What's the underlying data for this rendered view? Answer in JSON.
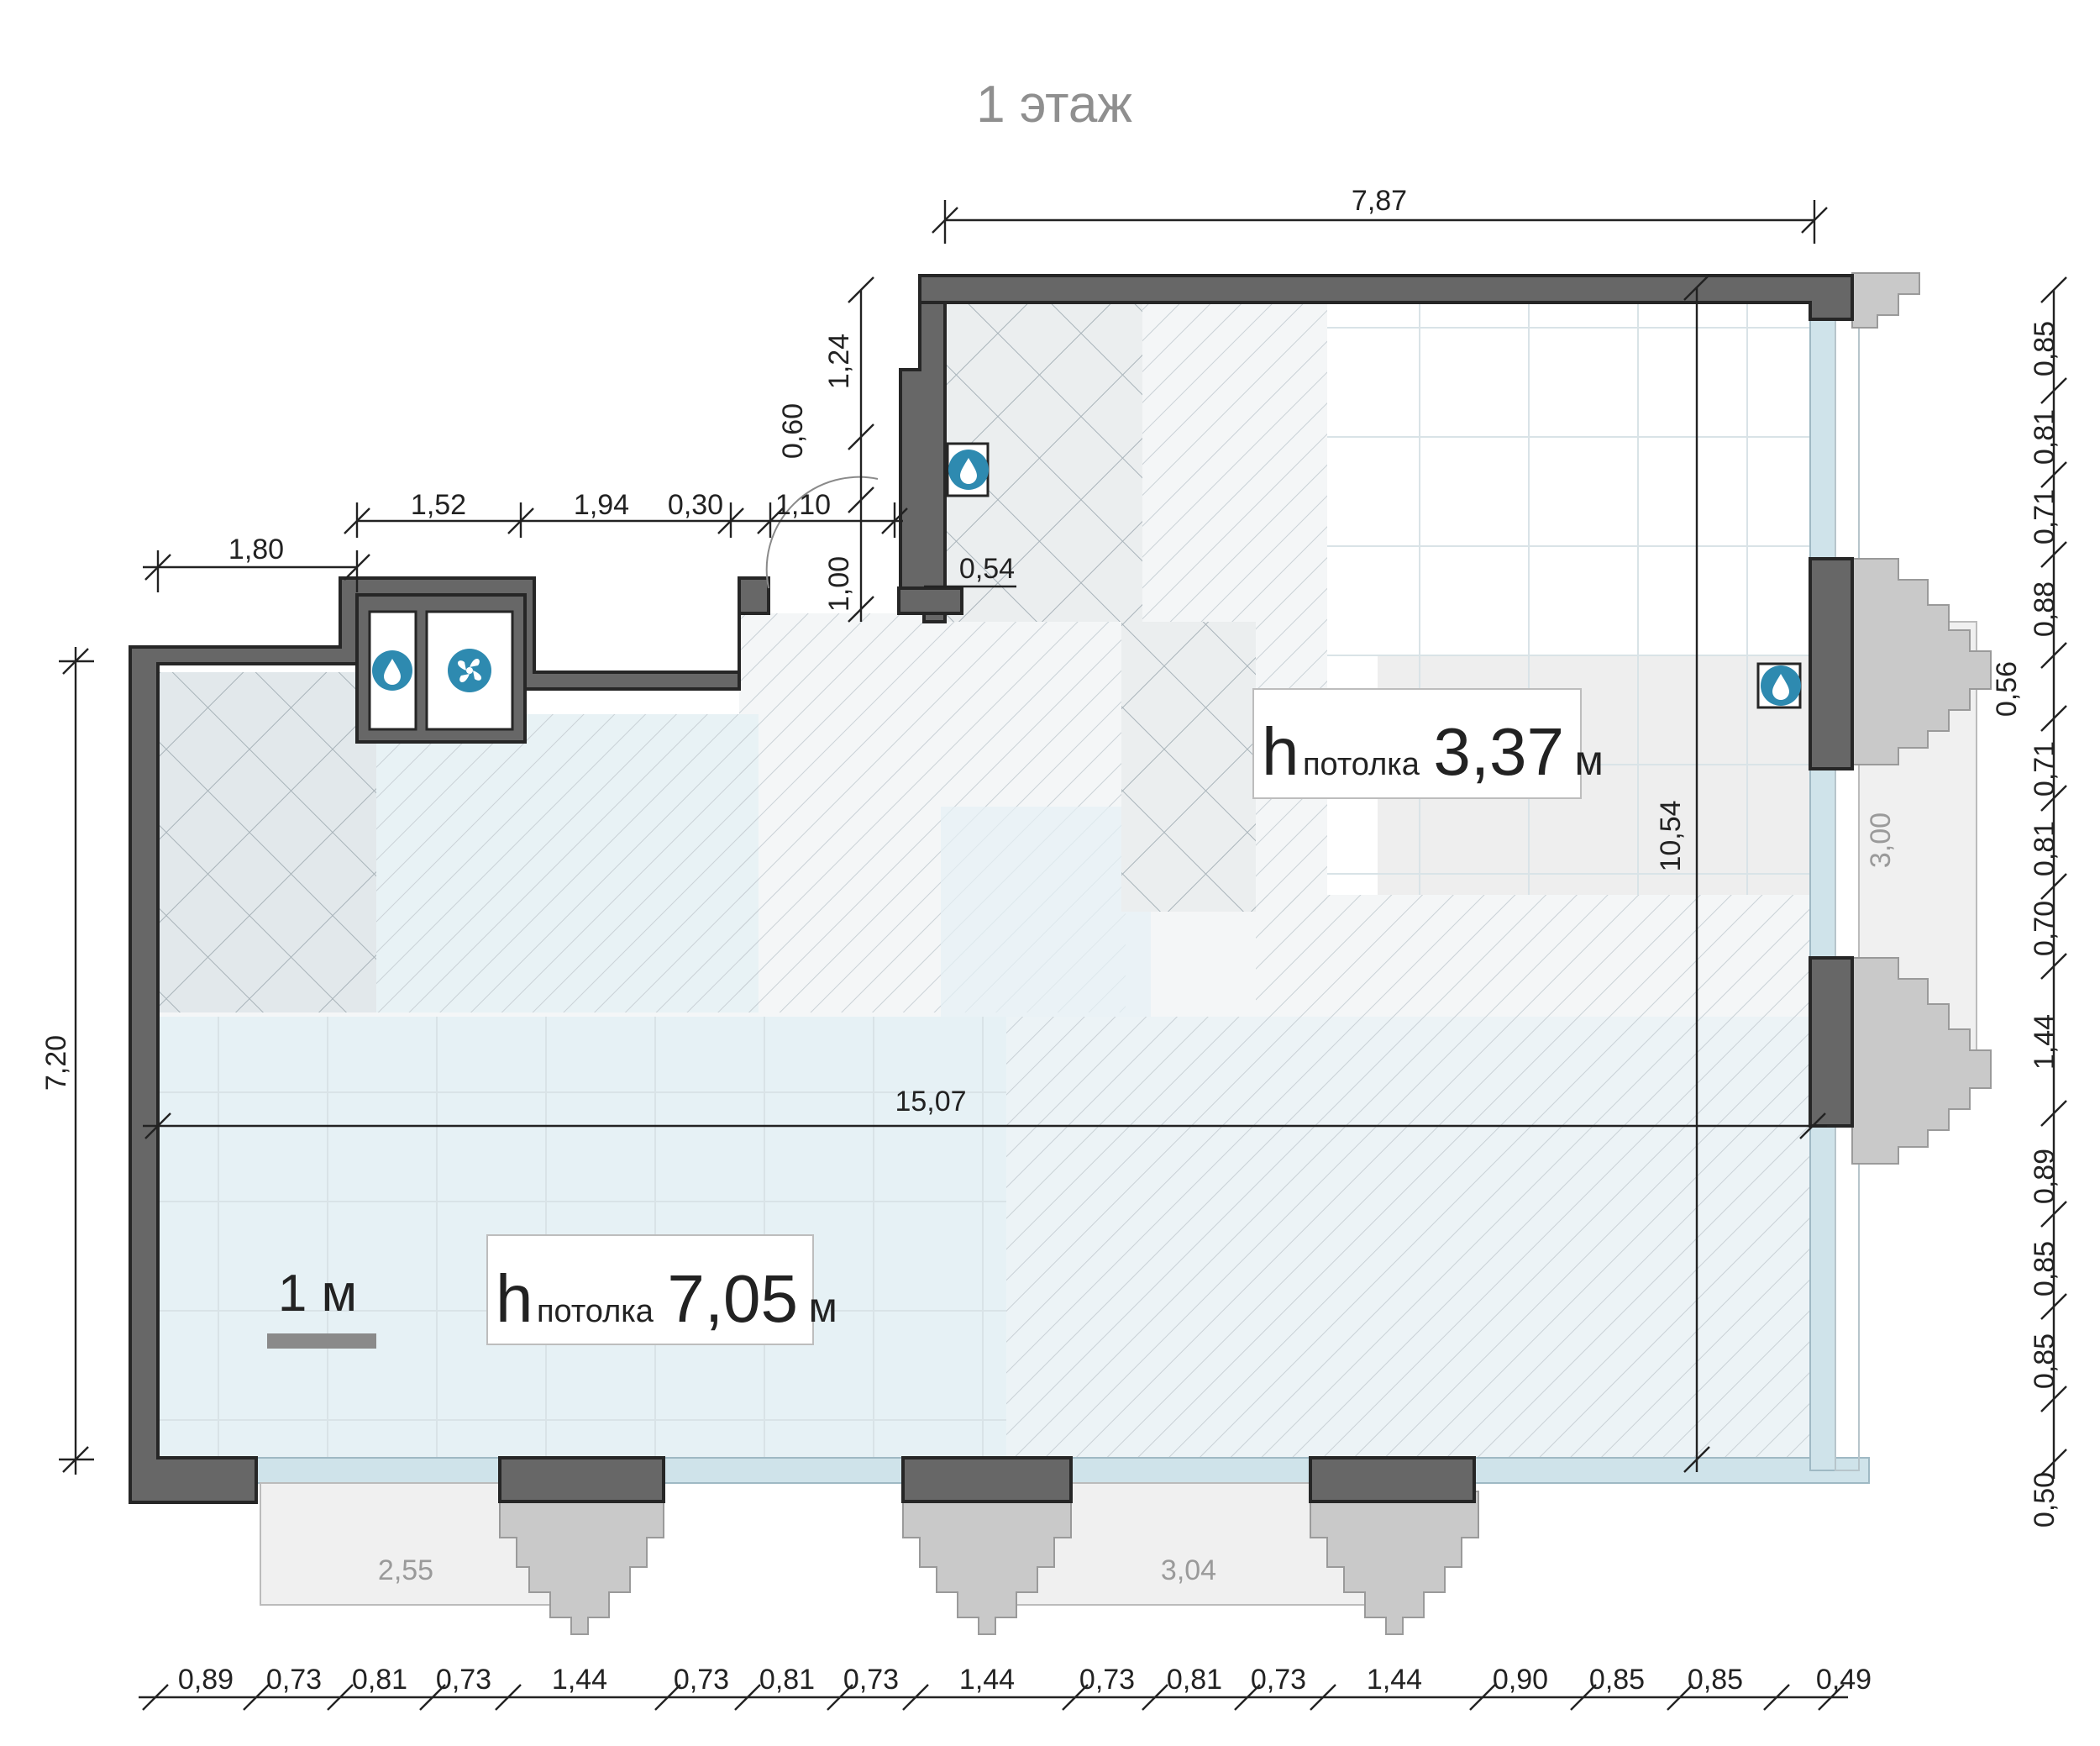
{
  "title": "1 этаж",
  "ceilings": [
    {
      "prefix": "h",
      "word": "потолка",
      "value": "7,05",
      "unit": "м"
    },
    {
      "prefix": "h",
      "word": "потолка",
      "value": "3,37",
      "unit": "м"
    }
  ],
  "scale_bar": {
    "label": "1 м"
  },
  "dimensions": {
    "top_length": "7,87",
    "overall_length": "15,07",
    "overall_depth": "10,54",
    "left_height": "7,20",
    "top_segments": [
      "1,80",
      "1,52",
      "1,94",
      "0,30",
      "1,10"
    ],
    "niche": [
      "1,24",
      "0,60",
      "1,00",
      "0,54"
    ],
    "right_segments": [
      "0,85",
      "0,81",
      "0,71",
      "0,88",
      "0,56",
      "0,71",
      "0,81",
      "0,70",
      "1,44",
      "0,89",
      "0,85",
      "0,85",
      "0,50"
    ],
    "bottom_segments": [
      "0,89",
      "0,73",
      "0,81",
      "0,73",
      "1,44",
      "0,73",
      "0,81",
      "0,73",
      "1,44",
      "0,73",
      "0,81",
      "0,73",
      "1,44",
      "0,90",
      "0,85",
      "0,85",
      "0,49"
    ],
    "terraces": [
      "2,55",
      "3,04",
      "3,00"
    ]
  },
  "icons": [
    "water-drop-icon",
    "fan-icon"
  ],
  "colors": {
    "wall": "#676767",
    "glass": "#cfe3ea",
    "floor_tint": "#e6f1f5",
    "text_grey": "#8f8f8f"
  }
}
